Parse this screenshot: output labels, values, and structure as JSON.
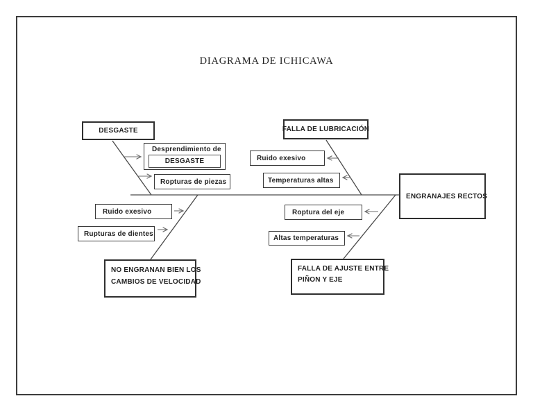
{
  "title": "DIAGRAMA DE ICHICAWA",
  "effect_box": "ENGRANAJES RECTOS",
  "branch_desgaste": {
    "category": "DESGASTE",
    "cause1_label": "Desprendimiento de",
    "cause1_sub": "DESGASTE",
    "cause2": "Ropturas de piezas"
  },
  "branch_lubricacion": {
    "category": "FALLA DE LUBRICACIÓN",
    "cause1": "Ruido exesivo",
    "cause2": "Temperaturas altas"
  },
  "branch_no_engranan": {
    "category_line1": "NO ENGRANAN BIEN LOS",
    "category_line2": "CAMBIOS DE VELOCIDAD",
    "cause1": "Ruido exesivo",
    "cause2": "Rupturas de dientes"
  },
  "branch_falla_ajuste": {
    "category_line1": "FALLA DE AJUSTE ENTRE",
    "category_line2": "PIÑON Y EJE",
    "cause1": "Roptura del eje",
    "cause2": "Altas temperaturas"
  },
  "colors": {
    "page_border": "#3c3c3c",
    "box_border": "#2f2f2f",
    "line": "#4a4a4a",
    "arrow": "#6e6e6e",
    "text": "#1c1c1c"
  }
}
